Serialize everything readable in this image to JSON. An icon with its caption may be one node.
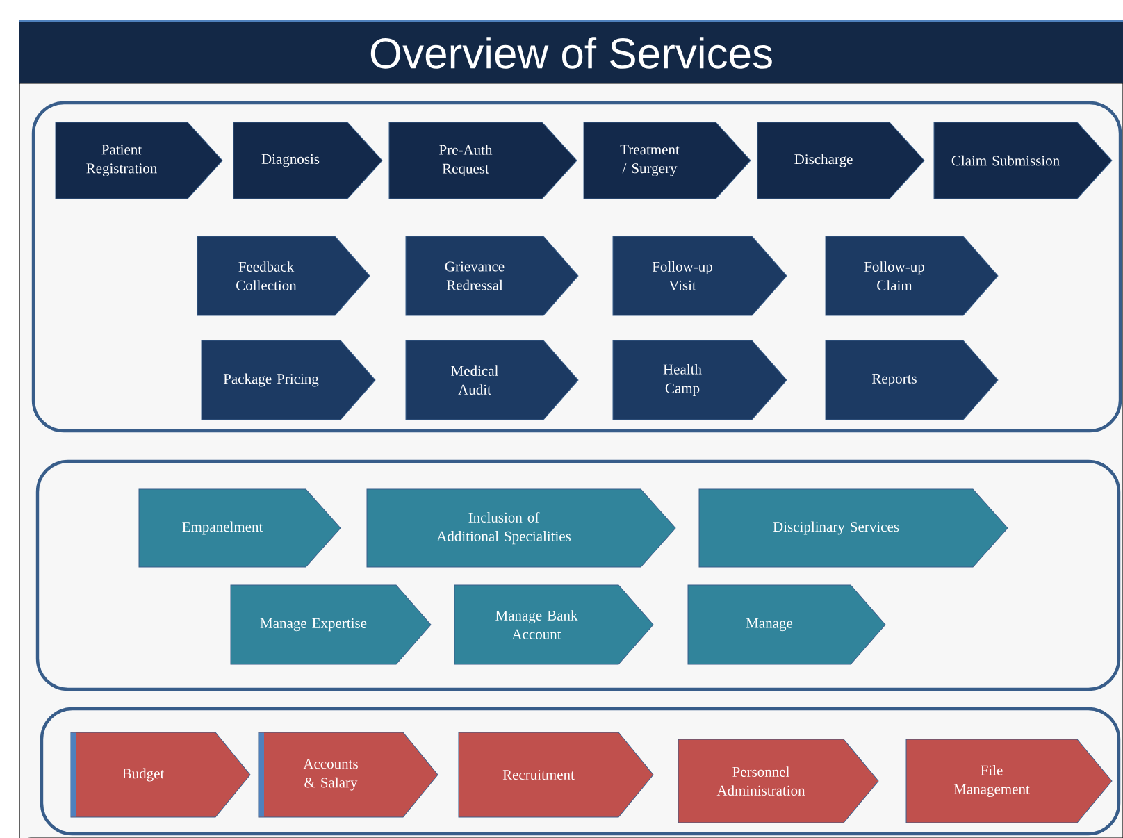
{
  "diagram": {
    "title": "Overview of Services",
    "nodes": [
      {
        "text": [],
        "shape": "box"
      },
      {
        "text": [
          "Patient Registration"
        ],
        "in": 0
      },
      {
        "text": [
          "Diagnosis"
        ],
        "in": 0
      },
      {
        "text": [
          "Pre-Auth Request"
        ],
        "in": 0
      },
      {
        "text": [
          "Treatment / Surgery"
        ],
        "in": 0
      },
      {
        "text": [
          "Discharge"
        ],
        "in": 0
      },
      {
        "text": [
          "Claim Submission"
        ],
        "in": 0
      },
      {
        "text": [
          "Feedback Collection"
        ],
        "in": 0
      },
      {
        "text": [
          "Grievance Redressal"
        ],
        "in": 0
      },
      {
        "text": [
          "Follow-up Visit"
        ],
        "in": 0
      },
      {
        "text": [
          "Follow-up Claim"
        ],
        "in": 0
      },
      {
        "text": [
          "Package Pricing"
        ],
        "in": 0
      },
      {
        "text": [
          "Medical Audit"
        ],
        "in": 0
      },
      {
        "text": [
          "Health Camp"
        ],
        "in": 0
      },
      {
        "text": [
          "Reports"
        ],
        "in": 0
      },
      {
        "text": [],
        "shape": "box"
      },
      {
        "text": [
          "Empanelment"
        ],
        "in": 15
      },
      {
        "text": [
          "Inclusion of Additional Specialities"
        ],
        "in": 15
      },
      {
        "text": [
          "Disciplinary Services"
        ],
        "in": 15
      },
      {
        "text": [
          "Manage Expertise"
        ],
        "in": 15
      },
      {
        "text": [
          "Manage Bank Account"
        ],
        "in": 15
      },
      {
        "text": [
          "Manage"
        ],
        "in": 15
      },
      {
        "text": [],
        "shape": "box"
      },
      {
        "text": [
          "Budget"
        ],
        "in": 22
      },
      {
        "text": [
          "Accounts & Salary"
        ],
        "in": 22
      },
      {
        "text": [
          "Recruitment"
        ],
        "in": 22
      },
      {
        "text": [
          "Personnel Administration"
        ],
        "in": 22
      },
      {
        "text": [
          "File Management"
        ],
        "in": 22
      }
    ]
  }
}
